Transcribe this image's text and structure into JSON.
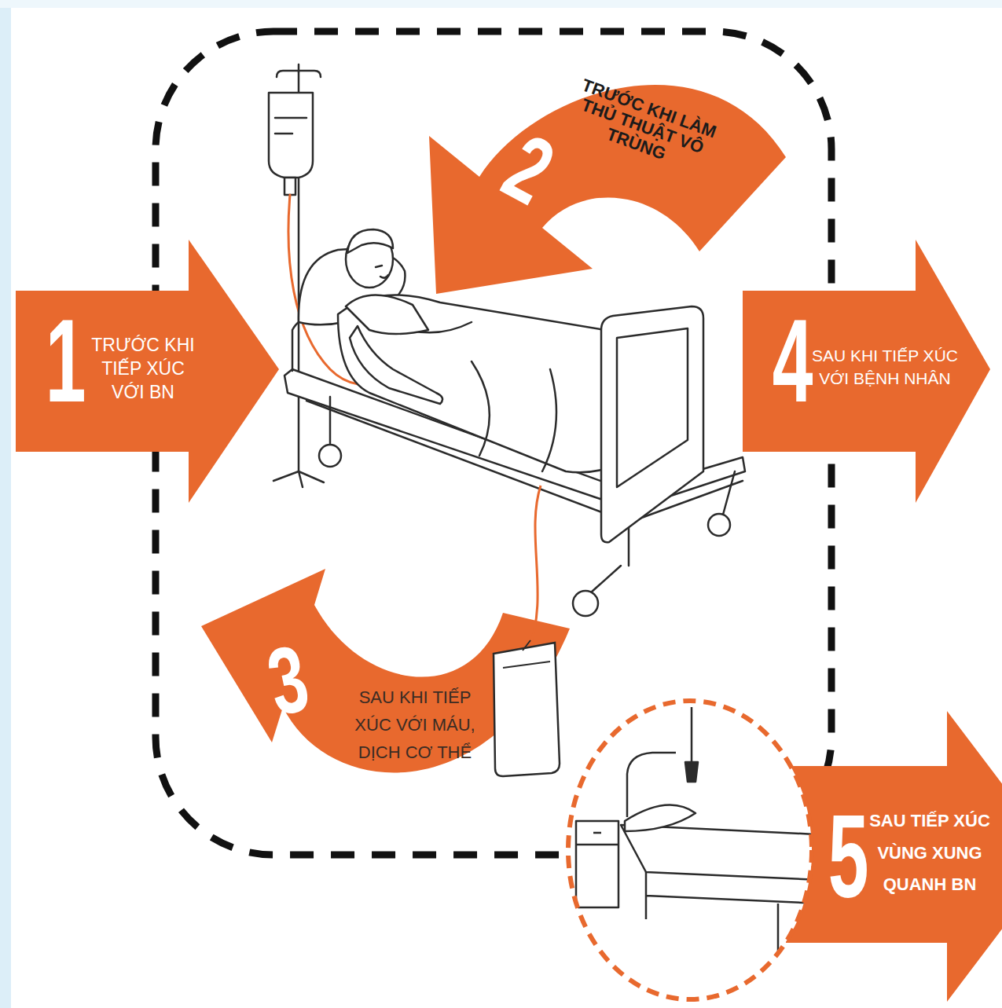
{
  "diagram": {
    "nodes": [
      {
        "text": [
          "1",
          "TRƯỚC KHI TIẾP XÚC VỚI BN"
        ]
      },
      {
        "text": [
          "2",
          "TRƯỚC KHI LÀM THỦ THUẬT VÔ TRÙNG"
        ]
      },
      {
        "text": [
          "3",
          "SAU KHI TIẾP XÚC VỚI MÁU, DỊCH CƠ THỂ"
        ]
      },
      {
        "text": [
          "4",
          "SAU KHI TIẾP XÚC VỚI BỆNH NHÂN"
        ]
      },
      {
        "text": [
          "5",
          "SAU TIẾP XÚC VÙNG XUNG QUANH BN"
        ]
      }
    ]
  }
}
